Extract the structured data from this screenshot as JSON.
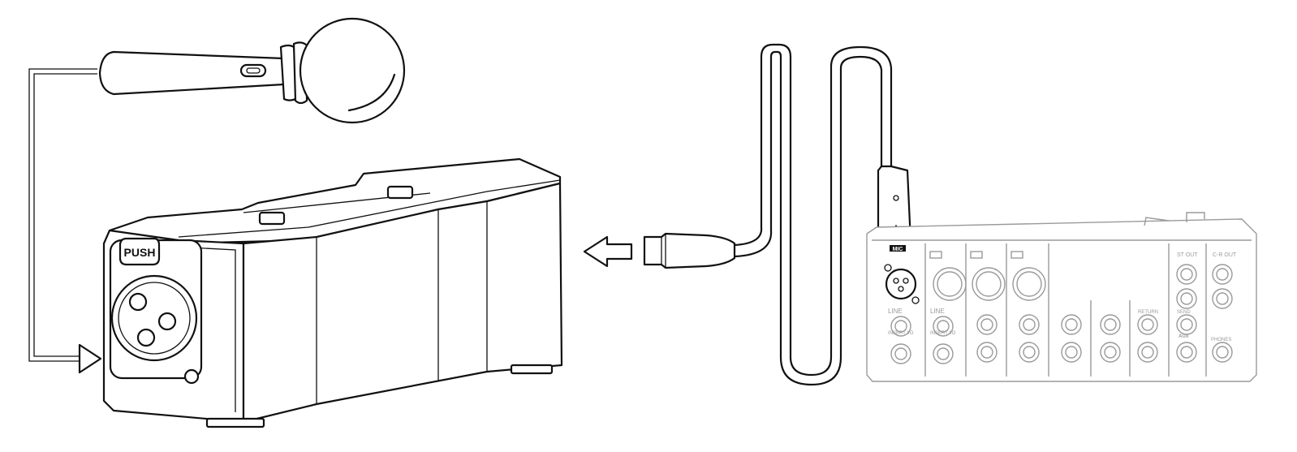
{
  "unit_label": "PUSH",
  "mixer": {
    "mic_label": "MIC",
    "line_labels": [
      "LINE",
      "LINE"
    ],
    "insert_labels": [
      "INSERT I/O",
      "INSERT I/O"
    ],
    "st_out_label": "ST OUT",
    "ctrl_out_label": "C-R OUT",
    "aux_label": "AUX",
    "phones_label": "PHONES",
    "return_label": "RETURN",
    "send_label": "SEND"
  },
  "colors": {
    "line": "#111111",
    "mixer_grey": "#9a9a9a"
  }
}
